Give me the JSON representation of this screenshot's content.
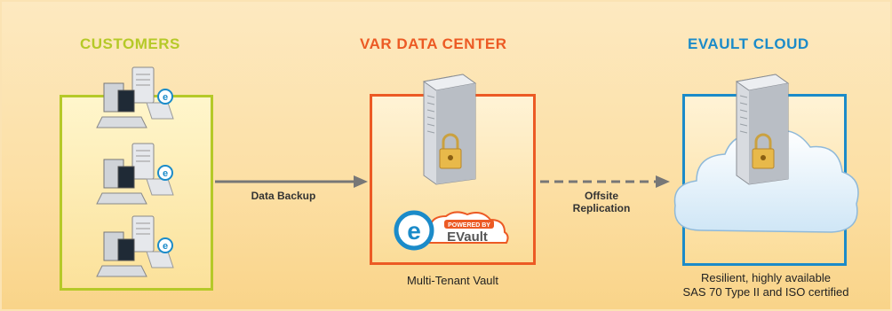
{
  "headings": {
    "customers": "CUSTOMERS",
    "var_data_center": "VAR DATA CENTER",
    "evault_cloud": "EVAULT CLOUD"
  },
  "arrows": {
    "data_backup": "Data Backup",
    "offsite_replication_line1": "Offsite",
    "offsite_replication_line2": "Replication"
  },
  "captions": {
    "vault": "Multi-Tenant Vault",
    "cloud_line1": "Resilient, highly available",
    "cloud_line2": "SAS 70 Type II and ISO certified"
  },
  "logo": {
    "powered_by": "POWERED BY",
    "brand": "EVault",
    "badge_letter": "e"
  },
  "colors": {
    "customers_green": "#b5c928",
    "var_orange": "#ec5a24",
    "cloud_blue": "#1b8bc9",
    "arrow_gray": "#777777",
    "background": "#fde3ae"
  },
  "icons": [
    "server-rack",
    "desktop-computer",
    "evault-badge",
    "padlock",
    "cloud"
  ]
}
